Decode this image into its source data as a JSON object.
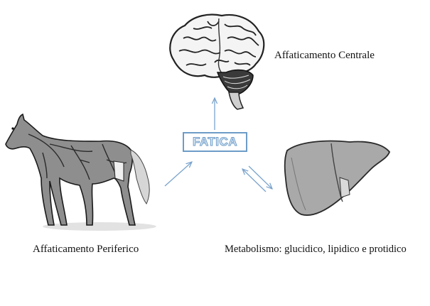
{
  "center": {
    "label": "FATICA",
    "color": "#6d9cc8"
  },
  "nodes": {
    "central": {
      "label": "Affaticamento Centrale",
      "icon": "brain-illustration"
    },
    "peripheral": {
      "label": "Affaticamento Periferico",
      "icon": "horse-muscle-illustration"
    },
    "metabolism": {
      "label": "Metabolismo: glucidico, lipidico e protidico",
      "icon": "liver-illustration"
    }
  },
  "arrow_color": "#7aa3cc"
}
